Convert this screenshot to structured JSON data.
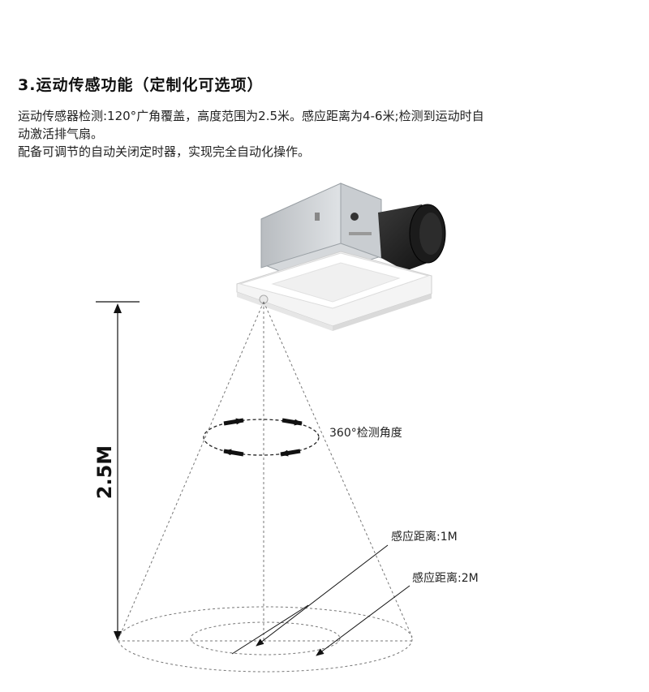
{
  "section": {
    "heading": "3.运动传感功能（定制化可选项）",
    "paragraph_line1": "运动传感器检测:120°广角覆盖，高度范围为2.5米。感应距离为4-6米;检测到运动时自",
    "paragraph_line2": "动激活排气扇。",
    "paragraph_line3": "配备可调节的自动关闭定时器，实现完全自动化操作。"
  },
  "diagram": {
    "height_label": "2.5M",
    "rotation_label": "360°检测角度",
    "distance_label_1": "感应距离:1M",
    "distance_label_2": "感应距离:2M",
    "accent_color": "#111111",
    "fan_icon": "ceiling-exhaust-fan-icon"
  }
}
